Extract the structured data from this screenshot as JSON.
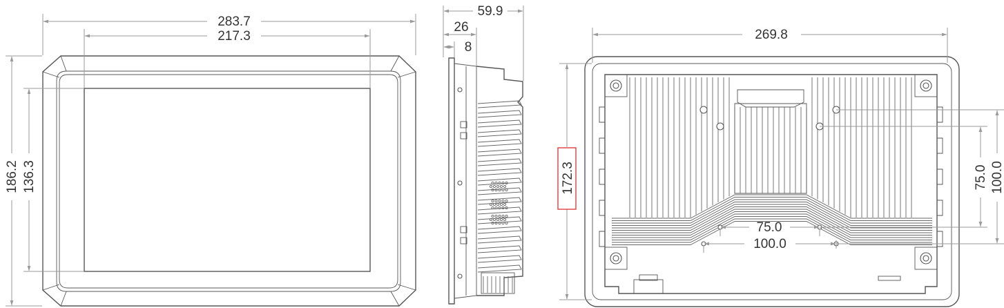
{
  "front_view": {
    "overall_width": "283.7",
    "screen_width": "217.3",
    "overall_height": "186.2",
    "screen_height": "136.3"
  },
  "side_view": {
    "depth_total": "59.9",
    "depth_a": "26",
    "depth_b": "8"
  },
  "rear_view": {
    "width": "269.8",
    "height": "172.3",
    "vesa_small_h": "75.0",
    "vesa_large_h": "100.0",
    "vesa_small_v": "75.0",
    "vesa_large_v": "100.0"
  },
  "colors": {
    "line": "#555555",
    "dimension": "#9a9a9a",
    "highlight_box": "#e03030"
  }
}
